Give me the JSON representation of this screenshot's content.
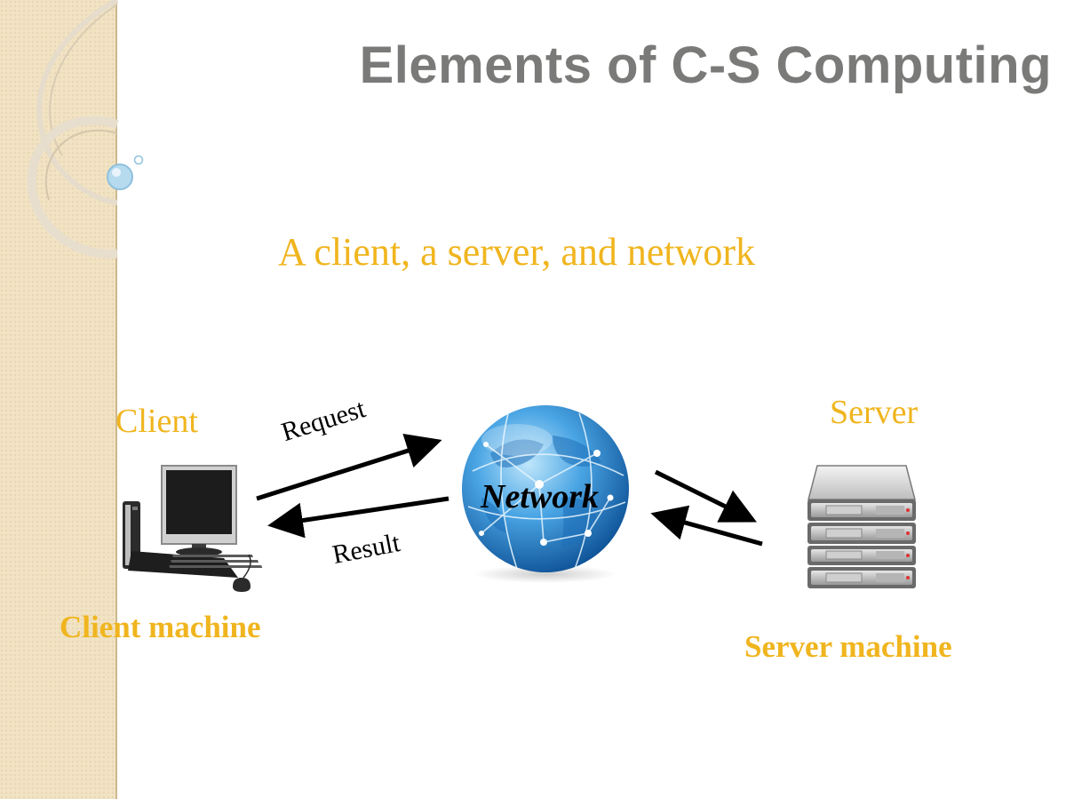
{
  "slide": {
    "title": "Elements of C-S Computing",
    "subtitle": "A client, a server, and network"
  },
  "diagram": {
    "client_label": "Client",
    "client_caption": "Client machine",
    "server_label": "Server",
    "server_caption": "Server machine",
    "network_label": "Network",
    "request_label": "Request",
    "result_label": "Result"
  },
  "icons": {
    "client": "desktop-computer-icon",
    "network": "globe-icon",
    "server": "server-rack-icon"
  },
  "colors": {
    "title": "#7a7a78",
    "accent": "#f0b51e",
    "sidebar": "#f1e3c3",
    "globe": "#2f8fd6"
  }
}
